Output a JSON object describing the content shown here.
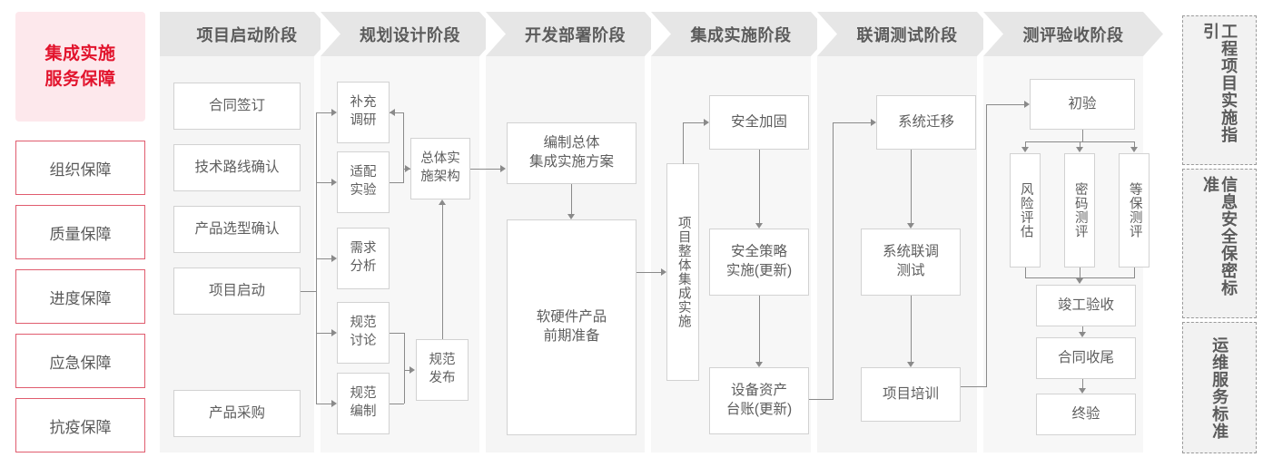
{
  "colors": {
    "brand_red": "#e2142d",
    "brand_red_soft": "#fde8ec",
    "guard_border": "#e05c6e",
    "panel_bg": "#f5f5f5",
    "chevron_bg": "#e6e6e6",
    "node_border": "#d2d2d2",
    "connector": "#8a8a8a",
    "text": "#5e5e5e"
  },
  "sidebar": {
    "title": "集成实施\n服务保障",
    "title_line1": "集成实施",
    "title_line2": "服务保障",
    "items": [
      {
        "label": "组织保障"
      },
      {
        "label": "质量保障"
      },
      {
        "label": "进度保障"
      },
      {
        "label": "应急保障"
      },
      {
        "label": "抗疫保障"
      }
    ]
  },
  "phases": [
    {
      "id": "initiation",
      "header": "项目启动阶段",
      "nodes": [
        {
          "label": "合同签订"
        },
        {
          "label": "技术路线确认"
        },
        {
          "label": "产品选型确认"
        },
        {
          "label": "项目启动"
        },
        {
          "label": "产品采购"
        }
      ]
    },
    {
      "id": "planning",
      "header": "规划设计阶段",
      "nodes": [
        {
          "label": "补充\n调研",
          "l1": "补充",
          "l2": "调研"
        },
        {
          "label": "适配\n实验",
          "l1": "适配",
          "l2": "实验"
        },
        {
          "label": "需求\n分析",
          "l1": "需求",
          "l2": "分析"
        },
        {
          "label": "规范\n讨论",
          "l1": "规范",
          "l2": "讨论"
        },
        {
          "label": "规范\n编制",
          "l1": "规范",
          "l2": "编制"
        },
        {
          "label": "总体实\n施架构",
          "l1": "总体实",
          "l2": "施架构"
        },
        {
          "label": "规范\n发布",
          "l1": "规范",
          "l2": "发布"
        }
      ]
    },
    {
      "id": "development",
      "header": "开发部署阶段",
      "nodes": [
        {
          "label": "编制总体\n集成实施方案",
          "l1": "编制总体",
          "l2": "集成实施方案"
        },
        {
          "label": "软硬件产品\n前期准备",
          "l1": "软硬件产品",
          "l2": "前期准备"
        }
      ]
    },
    {
      "id": "integration",
      "header": "集成实施阶段",
      "nodes": [
        {
          "label": "项目整体集成实施"
        },
        {
          "label": "安全加固"
        },
        {
          "label": "安全策略\n实施(更新)",
          "l1": "安全策略",
          "l2": "实施(更新)"
        },
        {
          "label": "设备资产\n台账(更新)",
          "l1": "设备资产",
          "l2": "台账(更新)"
        }
      ]
    },
    {
      "id": "joint-test",
      "header": "联调测试阶段",
      "nodes": [
        {
          "label": "系统迁移"
        },
        {
          "label": "系统联调\n测试",
          "l1": "系统联调",
          "l2": "测试"
        },
        {
          "label": "项目培训"
        }
      ]
    },
    {
      "id": "acceptance",
      "header": "测评验收阶段",
      "nodes": [
        {
          "label": "初验"
        },
        {
          "label": "风险评估"
        },
        {
          "label": "密码测评"
        },
        {
          "label": "等保测评"
        },
        {
          "label": "竣工验收"
        },
        {
          "label": "合同收尾"
        },
        {
          "label": "终验"
        }
      ]
    }
  ],
  "standards": [
    {
      "label": "工程项目实施指引"
    },
    {
      "label": "信息安全保密标准"
    },
    {
      "label": "运维服务标准"
    }
  ]
}
